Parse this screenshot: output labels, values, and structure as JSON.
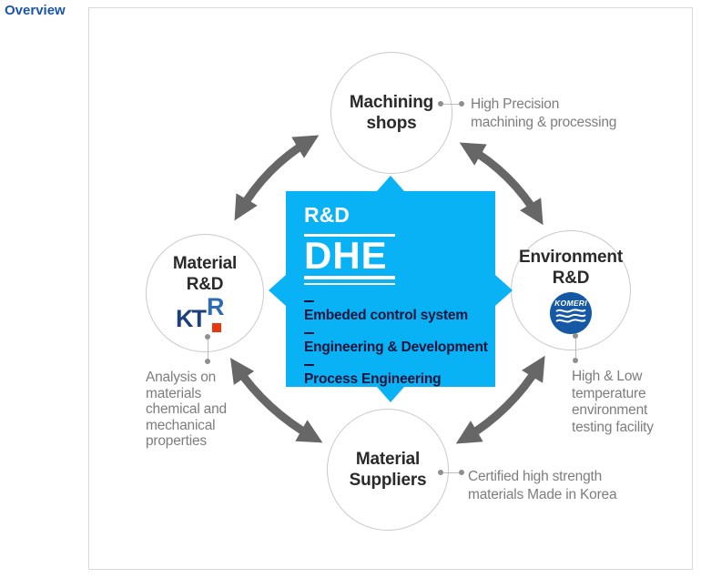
{
  "page": {
    "title": "Overview"
  },
  "center_box": {
    "kicker": "R&D",
    "brand": "DHE",
    "items": [
      "Embeded control system",
      "Engineering & Development",
      "Process Engineering"
    ]
  },
  "nodes": {
    "machining": {
      "title_line1": "Machining",
      "title_line2": "shops",
      "note_line1": "High Precision",
      "note_line2": "machining & processing"
    },
    "material_rnd": {
      "title_line1": "Material",
      "title_line2": "R&D",
      "note_line1": "Analysis on",
      "note_line2": "materials",
      "note_line3": "chemical and",
      "note_line4": "mechanical",
      "note_line5": "properties"
    },
    "environment_rnd": {
      "title_line1": "Environment",
      "title_line2": "R&D",
      "note_line1": "High & Low",
      "note_line2": "temperature",
      "note_line3": "environment",
      "note_line4": "testing facility"
    },
    "suppliers": {
      "title_line1": "Material",
      "title_line2": "Suppliers",
      "note_line1": "Certified high strength",
      "note_line2": "materials Made in Korea"
    }
  },
  "logos": {
    "ktr": {
      "kt": "KT",
      "r": "R"
    },
    "komeri": {
      "label": "KOMERI"
    }
  },
  "colors": {
    "accent": "#09B2F5",
    "arrow": "#676767",
    "note_text": "#7D7D7D",
    "title_text": "#2A2A2A",
    "overview_blue": "#1B55A9"
  }
}
